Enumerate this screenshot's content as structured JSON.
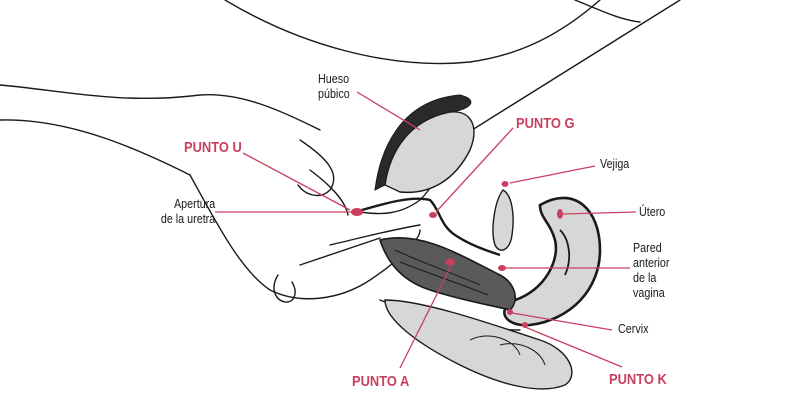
{
  "colors": {
    "accent": "#c9405f",
    "ink": "#1a1a1a",
    "tissue": "#d7d7d7",
    "tissue_dark": "#2a2a2a"
  },
  "labels": {
    "hueso_pubico": "Hueso\npúbico",
    "vejiga": "Vejiga",
    "apertura_uretra": "Apertura\nde la uretra",
    "utero": "Útero",
    "pared_anterior": "Pared\nanterior\nde la\nvagina",
    "cervix": "Cervix"
  },
  "points": {
    "punto_u": "PUNTO U",
    "punto_g": "PUNTO G",
    "punto_a": "PUNTO A",
    "punto_k": "PUNTO K"
  }
}
